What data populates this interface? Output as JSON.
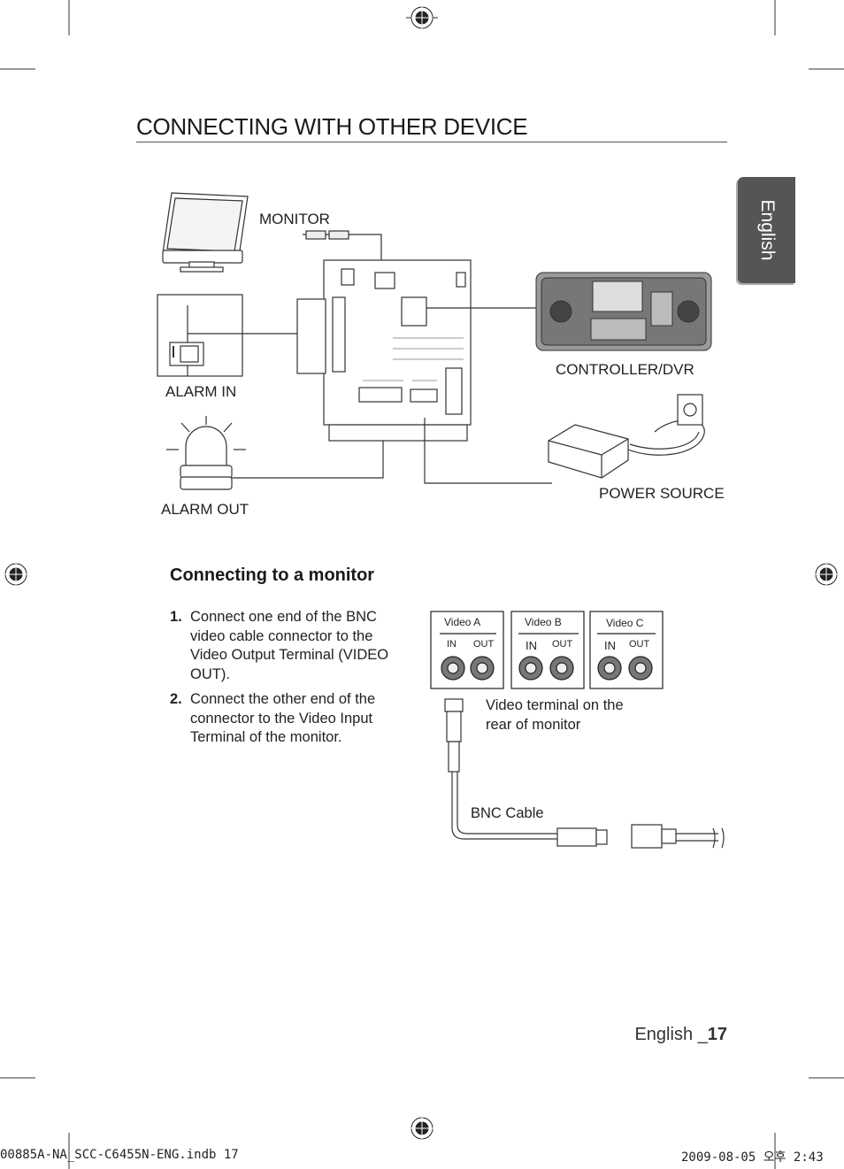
{
  "page": {
    "title": "CONNECTING WITH OTHER DEVICE",
    "side_tab": "English",
    "footer_label": "English _",
    "page_number": "17",
    "slug_left": "00885A-NA_SCC-C6455N-ENG.indb   17",
    "slug_right": "2009-08-05   오후 2:43"
  },
  "diagram": {
    "labels": {
      "monitor": "MONITOR",
      "alarm_in": "ALARM IN",
      "alarm_out": "ALARM OUT",
      "controller": "CONTROLLER/DVR",
      "power": "POWER SOURCE"
    }
  },
  "section": {
    "heading": "Connecting to a monitor",
    "steps": [
      {
        "num": "1.",
        "text": "Connect one end of the BNC video cable connector to the Video Output Terminal (VIDEO OUT)."
      },
      {
        "num": "2.",
        "text": "Connect the other end of the connector to the Video Input Terminal of the monitor."
      }
    ]
  },
  "monitor_diagram": {
    "groups": [
      {
        "name": "Video A",
        "in": "IN",
        "out": "OUT"
      },
      {
        "name": "Video B",
        "in": "IN",
        "out": "OUT"
      },
      {
        "name": "Video C",
        "in": "IN",
        "out": "OUT"
      }
    ],
    "terminal_caption": "Video terminal on the rear of monitor",
    "cable_caption": "BNC Cable"
  }
}
